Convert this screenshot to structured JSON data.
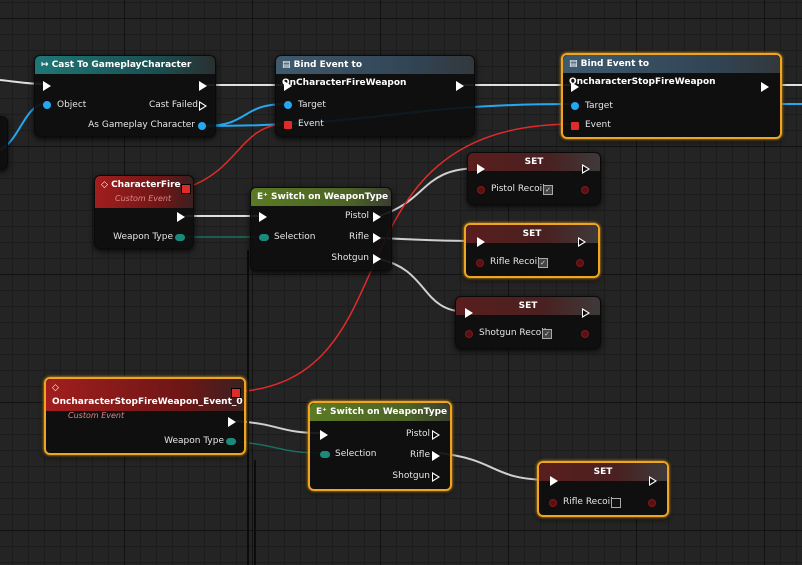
{
  "cast_node": {
    "title": "Cast To GameplayCharacter",
    "object_label": "Object",
    "cast_failed_label": "Cast Failed",
    "as_label": "As Gameplay Character"
  },
  "bind_fire_node": {
    "title": "Bind Event to OnCharacterFireWeapon",
    "target_label": "Target",
    "event_label": "Event"
  },
  "bind_stop_node": {
    "title": "Bind Event to OncharacterStopFireWeapon",
    "target_label": "Target",
    "event_label": "Event"
  },
  "character_fire_event": {
    "title": "CharacterFire",
    "subtitle": "Custom Event",
    "weapon_type_label": "Weapon Type"
  },
  "switch_node_1": {
    "title": "Switch on WeaponType",
    "selection_label": "Selection",
    "pistol_label": "Pistol",
    "rifle_label": "Rifle",
    "shotgun_label": "Shotgun"
  },
  "set_pistol": {
    "title": "SET",
    "label": "Pistol Recoil",
    "checked": true
  },
  "set_rifle": {
    "title": "SET",
    "label": "Rifle Recoil",
    "checked": true
  },
  "set_shotgun": {
    "title": "SET",
    "label": "Shotgun Recoil",
    "checked": true
  },
  "stop_event": {
    "title": "OncharacterStopFireWeapon_Event_0",
    "subtitle": "Custom Event",
    "weapon_type_label": "Weapon Type"
  },
  "switch_node_2": {
    "title": "Switch on WeaponType",
    "selection_label": "Selection",
    "pistol_label": "Pistol",
    "rifle_label": "Rifle",
    "shotgun_label": "Shotgun"
  },
  "set_rifle_2": {
    "title": "SET",
    "label": "Rifle Recoil",
    "checked": false
  },
  "colors": {
    "exec_wire": "#ffffff",
    "object_wire": "#24a8f0",
    "event_wire": "#e02b2b",
    "enum_wire": "#1b6e5e",
    "selection_outline": "#f0a520"
  },
  "icons": {
    "cast": "cast-arrow-icon",
    "bind": "bind-event-icon",
    "event": "custom-event-diamond-icon",
    "switch": "switch-icon"
  }
}
